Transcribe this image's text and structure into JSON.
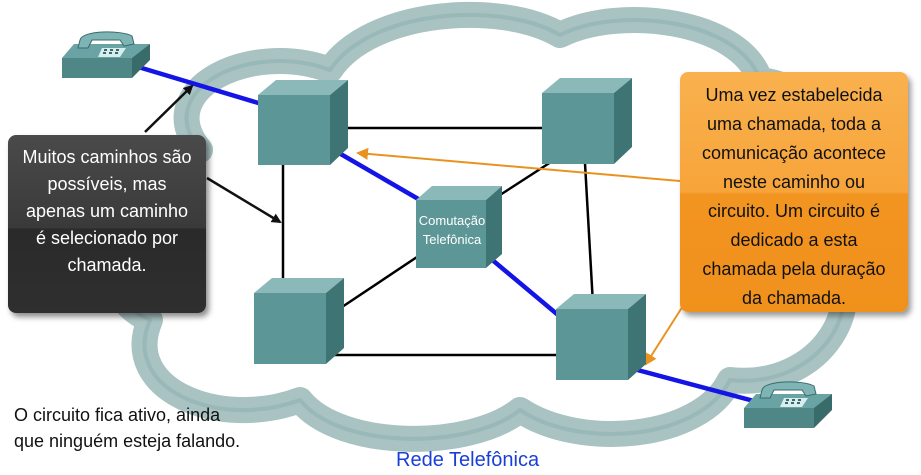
{
  "network_label": "Rede Telefônica",
  "switch_label_line1": "Comutação",
  "switch_label_line2": "Telefônica",
  "left_callout_lines": [
    "Muitos caminhos são",
    "possíveis, mas",
    "apenas um caminho",
    "é selecionado por",
    "chamada."
  ],
  "right_callout_lines": [
    "Uma vez estabelecida",
    "uma chamada, toda a",
    "comunicação acontece",
    "neste caminho ou",
    "circuito. Um circuito é",
    "dedicado a esta",
    "chamada pela duração",
    "da chamada."
  ],
  "bottom_note_lines": [
    "O circuito fica ativo, ainda",
    "que ninguém esteja falando."
  ],
  "colors": {
    "cloud": "#a9c2c2",
    "switch_box": "#5d9696",
    "active_circuit": "#1414e6",
    "orange_arrow": "#e89320",
    "network_label": "#1a3fd6"
  },
  "icons": [
    "telephone-icon",
    "telephone-icon"
  ]
}
